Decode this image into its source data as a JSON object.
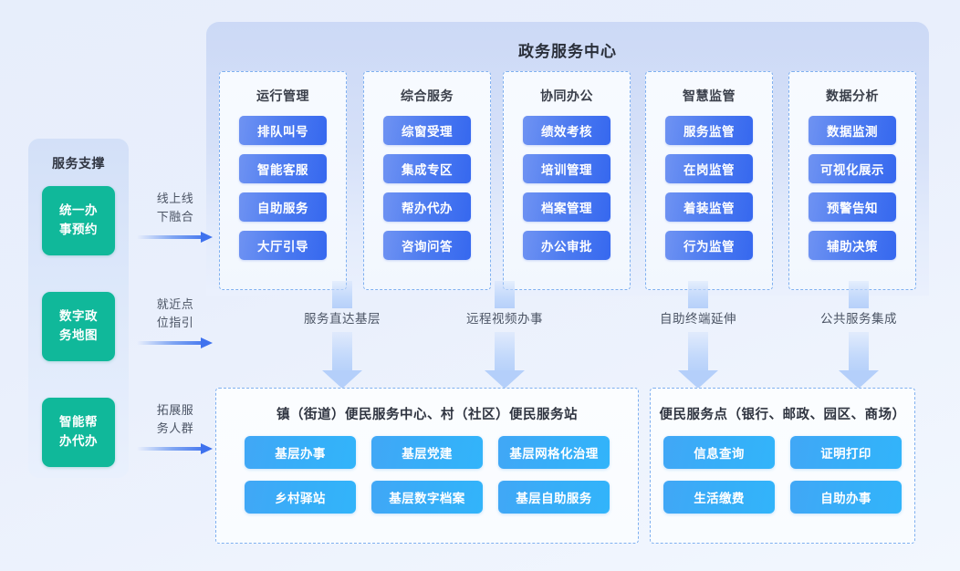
{
  "sidebar": {
    "title": "服务支撑",
    "cards": [
      {
        "line1": "统一办",
        "line2": "事预约"
      },
      {
        "line1": "数字政",
        "line2": "务地图"
      },
      {
        "line1": "智能帮",
        "line2": "办代办"
      }
    ],
    "accent_color": "#10b89a"
  },
  "h_flows": [
    {
      "line1": "线上线",
      "line2": "下融合"
    },
    {
      "line1": "就近点",
      "line2": "位指引"
    },
    {
      "line1": "拓展服",
      "line2": "务人群"
    }
  ],
  "main": {
    "title": "政务服务中心",
    "accent_color": "#3668ef",
    "columns": [
      {
        "title": "运行管理",
        "items": [
          "排队叫号",
          "智能客服",
          "自助服务",
          "大厅引导"
        ]
      },
      {
        "title": "综合服务",
        "items": [
          "综窗受理",
          "集成专区",
          "帮办代办",
          "咨询问答"
        ]
      },
      {
        "title": "协同办公",
        "items": [
          "绩效考核",
          "培训管理",
          "档案管理",
          "办公审批"
        ]
      },
      {
        "title": "智慧监管",
        "items": [
          "服务监管",
          "在岗监管",
          "着装监管",
          "行为监管"
        ]
      },
      {
        "title": "数据分析",
        "items": [
          "数据监测",
          "可视化展示",
          "预警告知",
          "辅助决策"
        ]
      }
    ]
  },
  "v_flows": [
    {
      "label": "服务直达基层"
    },
    {
      "label": "远程视频办事"
    },
    {
      "label": "自助终端延伸"
    },
    {
      "label": "公共服务集成"
    }
  ],
  "bottom": {
    "accent_color": "#32b4fa",
    "panels": [
      {
        "title": "镇（街道）便民服务中心、村（社区）便民服务站",
        "items": [
          "基层办事",
          "基层党建",
          "基层网格化治理",
          "乡村驿站",
          "基层数字档案",
          "基层自助服务"
        ]
      },
      {
        "title": "便民服务点（银行、邮政、园区、商场）",
        "items": [
          "信息查询",
          "证明打印",
          "生活缴费",
          "自助办事"
        ]
      }
    ]
  }
}
